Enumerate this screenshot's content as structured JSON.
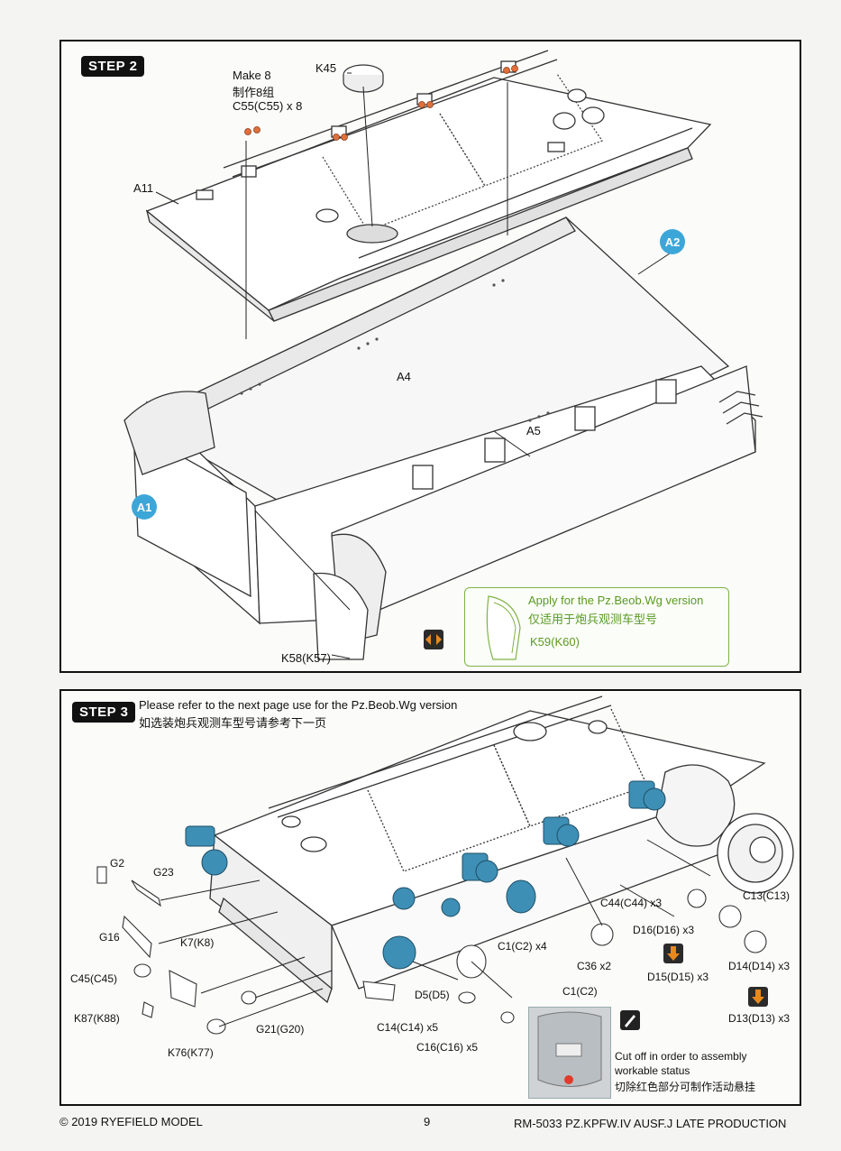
{
  "step2": {
    "badge": "STEP 2",
    "labels": {
      "make8_en": "Make 8",
      "make8_cn": "制作8组",
      "c55": "C55(C55) x 8",
      "k45": "K45",
      "a11": "A11",
      "a4": "A4",
      "a5": "A5",
      "k58": "K58(K57)",
      "k59": "K59(K60)"
    },
    "markers": [
      "A1",
      "A2"
    ],
    "note": {
      "en": "Apply for the Pz.Beob.Wg version",
      "cn": "仅适用于炮兵观测车型号"
    }
  },
  "step3": {
    "badge": "STEP 3",
    "instruction_en": "Please refer to the next page use for the Pz.Beob.Wg version",
    "instruction_cn": "如选装炮兵观测车型号请参考下一页",
    "labels": {
      "g2": "G2",
      "g23": "G23",
      "g16": "G16",
      "k7": "K7(K8)",
      "c45": "C45(C45)",
      "k87": "K87(K88)",
      "k76": "K76(K77)",
      "g21": "G21(G20)",
      "d5": "D5(D5)",
      "c14": "C14(C14) x5",
      "c16": "C16(C16) x5",
      "c1_x4": "C1(C2) x4",
      "c36": "C36 x2",
      "c44": "C44(C44) x3",
      "d16": "D16(D16) x3",
      "d15": "D15(D15) x3",
      "d14": "D14(D14) x3",
      "d13": "D13(D13) x3",
      "c13": "C13(C13)",
      "c1_inset": "C1(C2)"
    },
    "cut_note": {
      "line1": "Cut off in order to assembly",
      "line2": "workable status",
      "cn": "切除红色部分可制作活动悬挂"
    }
  },
  "footer": {
    "copyright": "© 2019 RYEFIELD MODEL",
    "page": "9",
    "product": "RM-5033 PZ.KPFW.IV AUSF.J LATE PRODUCTION"
  },
  "colors": {
    "marker_blue": "#3da6d9",
    "part_blue": "#3e8fb5",
    "part_orange": "#e0703a",
    "note_green": "#5a9a22",
    "icon_orange": "#e8891f"
  }
}
